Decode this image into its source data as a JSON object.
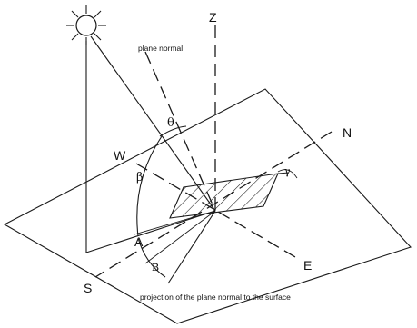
{
  "diagram": {
    "labels": {
      "zenith": "Z",
      "north": "N",
      "west": "W",
      "east": "E",
      "south": "S",
      "plane_normal": "plane normal",
      "projection": "projection of the plane normal to the surface",
      "theta": "θ",
      "beta_upper": "β",
      "azimuth": "A",
      "beta_lower": "B",
      "gamma": "γ"
    },
    "icons": {
      "sun": "sun-icon"
    }
  }
}
